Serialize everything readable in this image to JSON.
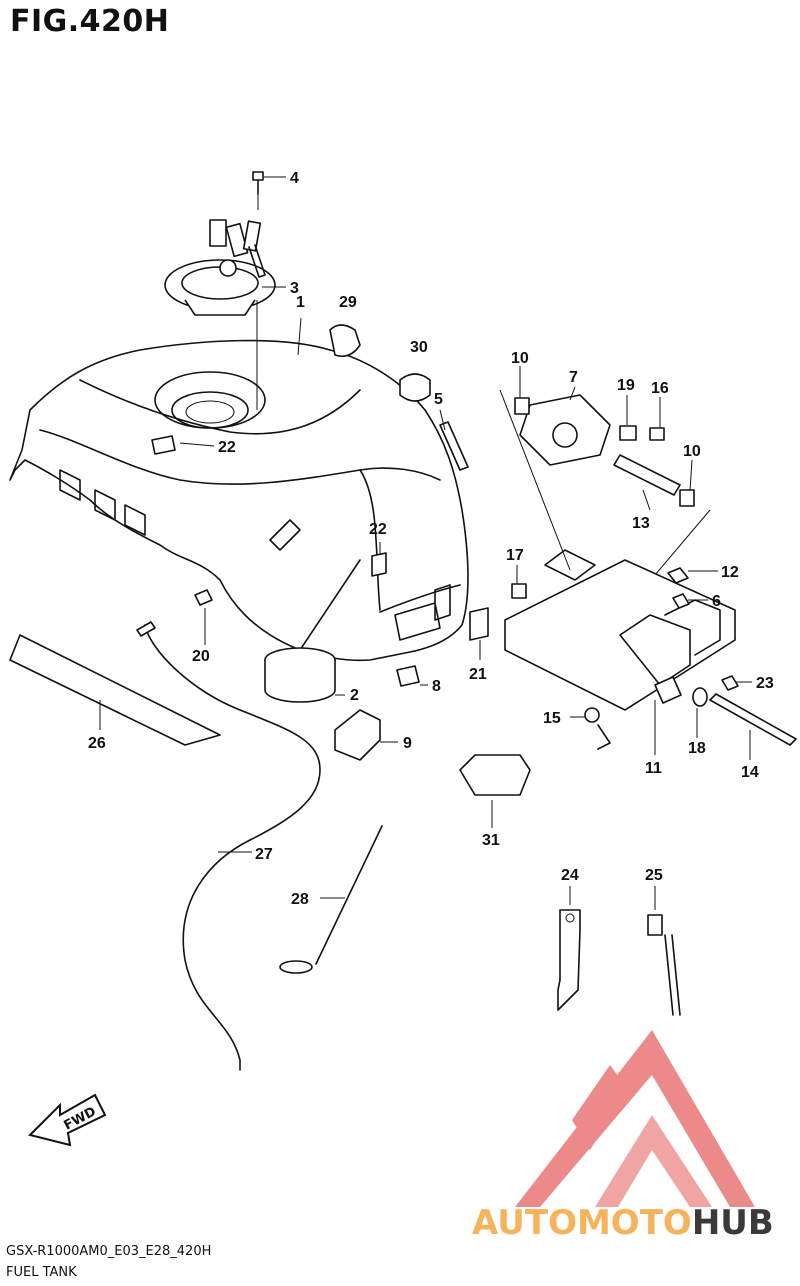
{
  "figure": {
    "title": "FIG.420H"
  },
  "callouts": [
    "1",
    "2",
    "3",
    "4",
    "5",
    "6",
    "7",
    "8",
    "9",
    "10",
    "10",
    "11",
    "12",
    "13",
    "14",
    "15",
    "16",
    "17",
    "18",
    "19",
    "20",
    "21",
    "22",
    "22",
    "23",
    "24",
    "25",
    "26",
    "27",
    "28",
    "29",
    "30",
    "31"
  ],
  "direction_badge": "FWD",
  "watermark": {
    "brand": "AUTOMOTOHUB",
    "colors": {
      "mark": "#ec8a8a",
      "text_orange": "#f5b45c",
      "text_dark": "#3a3a3a"
    }
  },
  "footer": {
    "code": "GSX-R1000AM0_E03_E28_420H",
    "name": "FUEL TANK"
  }
}
